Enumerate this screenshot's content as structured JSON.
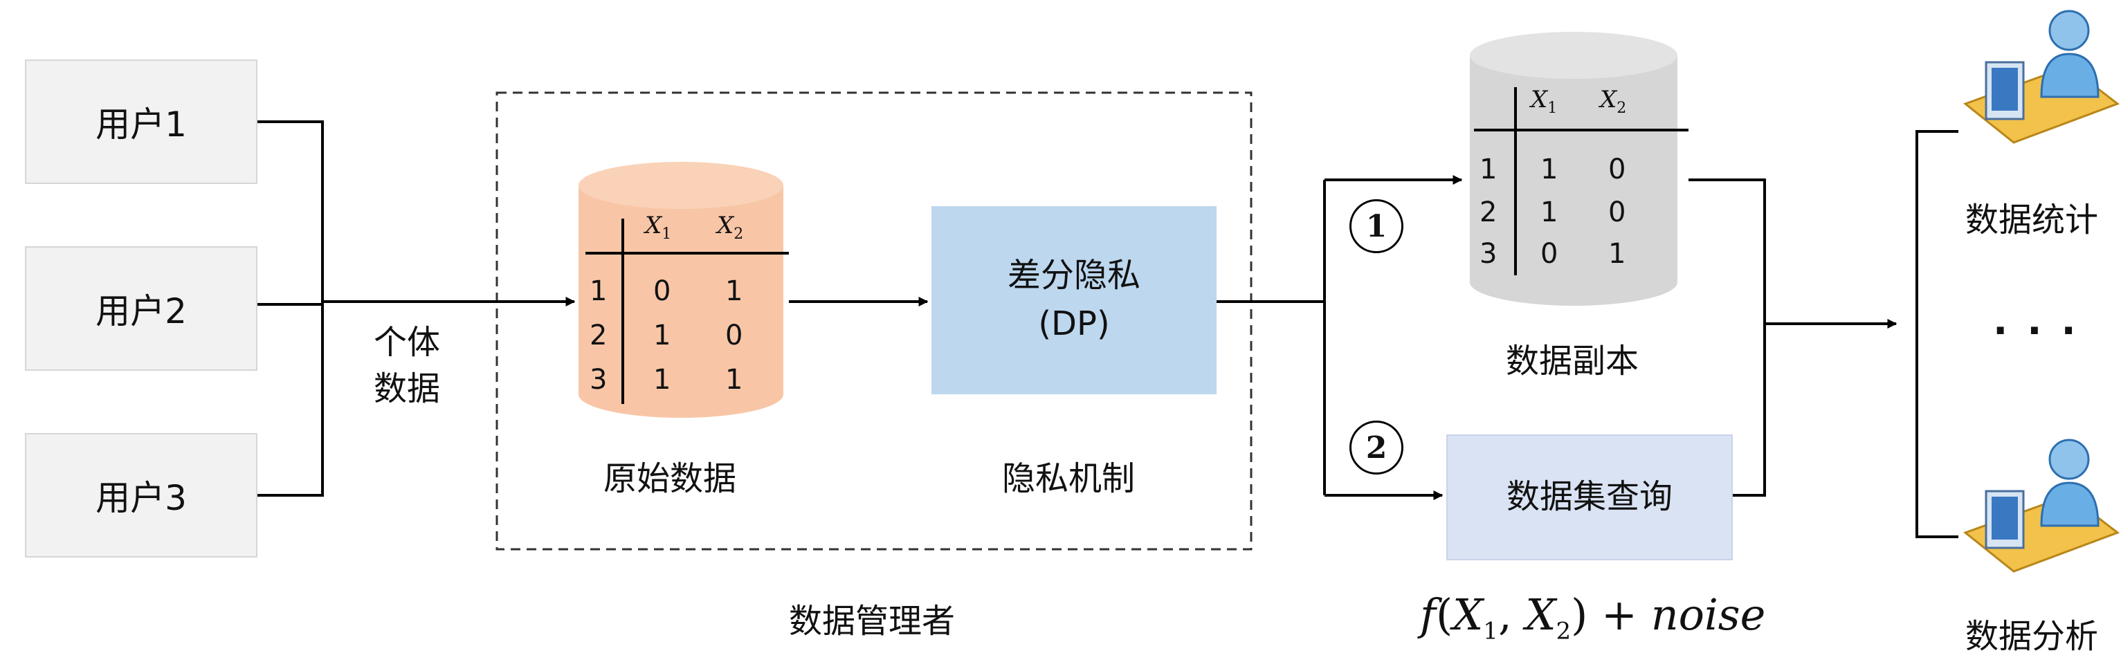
{
  "users": [
    "用户1",
    "用户2",
    "用户3"
  ],
  "flow_label": "个体\n数据",
  "manager_label": "数据管理者",
  "original_data": {
    "label": "原始数据",
    "headers": [
      "X1",
      "X2"
    ],
    "rows": [
      [
        "1",
        "0",
        "1"
      ],
      [
        "2",
        "1",
        "0"
      ],
      [
        "3",
        "1",
        "1"
      ]
    ]
  },
  "mechanism": {
    "box_line1": "差分隐私",
    "box_line2": "(DP)",
    "label": "隐私机制"
  },
  "copy_data": {
    "label": "数据副本",
    "headers": [
      "X1",
      "X2"
    ],
    "rows": [
      [
        "1",
        "1",
        "0"
      ],
      [
        "2",
        "1",
        "0"
      ],
      [
        "3",
        "0",
        "1"
      ]
    ]
  },
  "query": {
    "box": "数据集查询",
    "formula_f": "f",
    "formula_noise": "noise"
  },
  "options": [
    "1",
    "2"
  ],
  "outputs": {
    "stats": "数据统计",
    "dots": "···",
    "analysis": "数据分析"
  },
  "colors": {
    "original_cylinder": "#f8c6a7",
    "copy_cylinder": "#d6d6d6",
    "dp_box": "#bdd7ee",
    "query_box": "#dae3f3",
    "user_box": "#f2f2f2"
  }
}
